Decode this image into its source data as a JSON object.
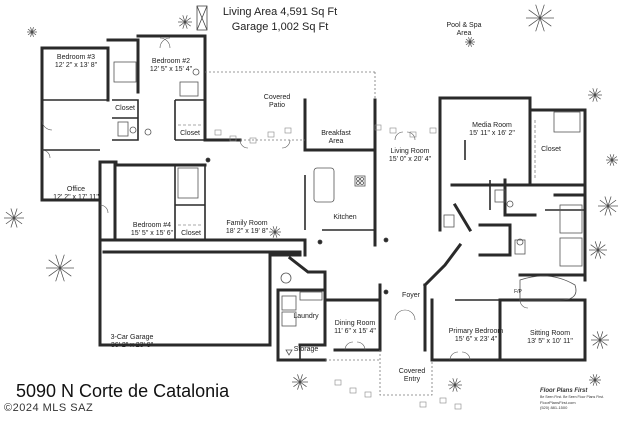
{
  "header": {
    "living_area": "Living Area 4,591 Sq Ft",
    "garage_area": "Garage  1,002 Sq Ft"
  },
  "rooms": {
    "pool_spa": [
      "Pool & Spa",
      "Area"
    ],
    "bedroom3": [
      "Bedroom #3",
      "12' 2\" x 13' 8\""
    ],
    "bedroom2": [
      "Bedroom #2",
      "12' 5\" x 15' 4\""
    ],
    "closet_b3": "Closet",
    "closet_b2": "Closet",
    "covered_patio": [
      "Covered",
      "Patio"
    ],
    "breakfast": [
      "Breakfast",
      "Area"
    ],
    "office": [
      "Office",
      "12' 2\" x 17' 11\""
    ],
    "living": [
      "Living Room",
      "15' 0\" x 20' 4\""
    ],
    "media": [
      "Media Room",
      "15' 11\" x 16' 2\""
    ],
    "closet_media": "Closet",
    "bedroom4": [
      "Bedroom #4",
      "15' 5\" x 15' 6\""
    ],
    "closet_b4": "Closet",
    "family": [
      "Family Room",
      "18' 2\" x 19' 8\""
    ],
    "kitchen": "Kitchen",
    "foyer": "Foyer",
    "laundry": "Laundry",
    "storage": "Storage",
    "dining": [
      "Dining Room",
      "11' 6\" x 15' 4\""
    ],
    "garage": [
      "3-Car Garage",
      "36' 2\" x 23' 9\""
    ],
    "primary": [
      "Primary Bedroom",
      "15' 6\" x 23' 4\""
    ],
    "sitting": [
      "Sitting Room",
      "13' 5\" x 10' 11\""
    ],
    "covered_entry": [
      "Covered",
      "Entry"
    ],
    "fp": "F/P"
  },
  "footer": {
    "address": "5090 N Corte de Catalonia",
    "copyright": "©2024 MLS SAZ"
  },
  "brand": {
    "name": "Floor Plans First",
    "tagline": "Be Seen First. Be Seen Floor Plans First.",
    "url": "FloorPlansFirst.com",
    "phone": "(520) 881-1500"
  },
  "colors": {
    "wall": "#2a2a2a",
    "fixture": "#555555",
    "plant": "#444444",
    "background": "#ffffff"
  }
}
